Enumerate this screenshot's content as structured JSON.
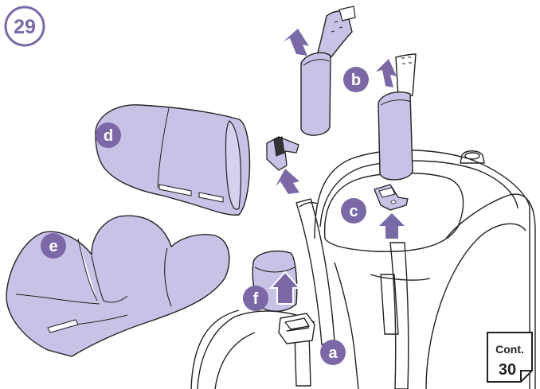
{
  "step_number": "29",
  "labels": {
    "a": "a",
    "b": "b",
    "c": "c",
    "d": "d",
    "e": "e",
    "f": "f"
  },
  "continue": {
    "line1": "Cont.",
    "line2": "30"
  },
  "colors": {
    "pad_fill": "#c8c2e6",
    "accent": "#7b68a6",
    "outline": "#222222"
  }
}
